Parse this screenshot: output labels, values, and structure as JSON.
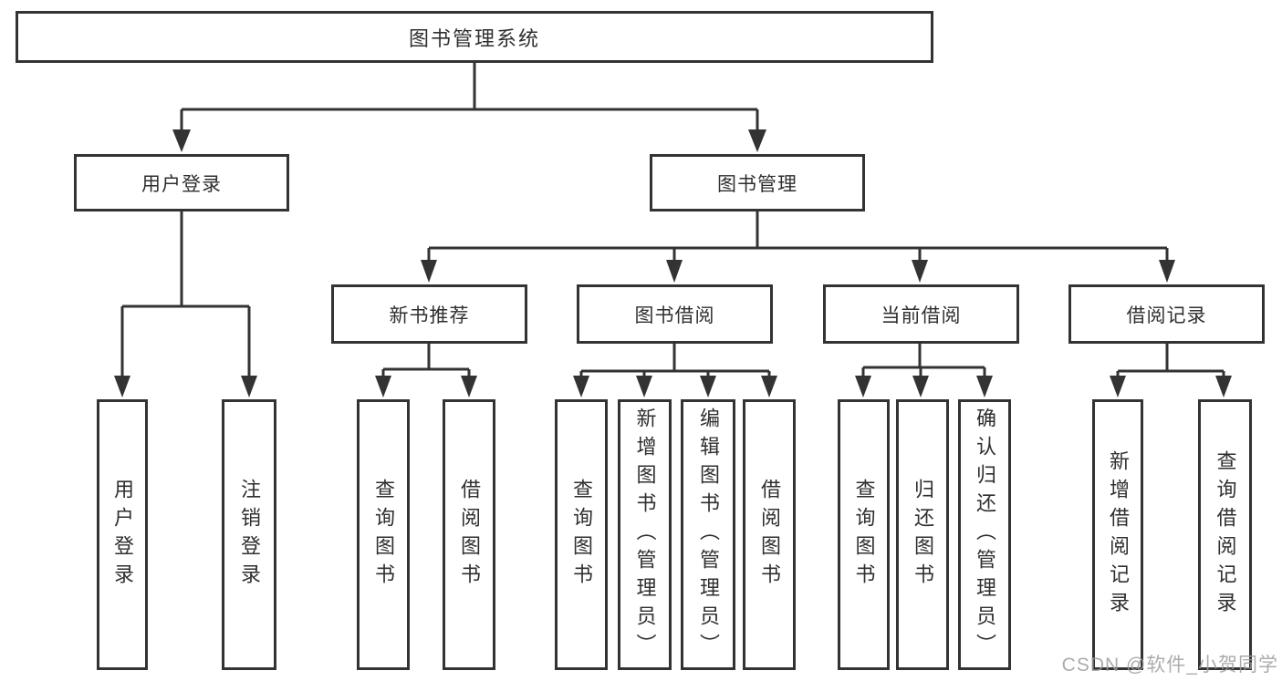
{
  "nodes": {
    "root": {
      "label": "图书管理系统"
    },
    "user_login": {
      "label": "用户登录"
    },
    "book_mgmt": {
      "label": "图书管理"
    },
    "new_book_rec": {
      "label": "新书推荐"
    },
    "book_borrow": {
      "label": "图书借阅"
    },
    "current_borrow": {
      "label": "当前借阅"
    },
    "borrow_record": {
      "label": "借阅记录"
    },
    "leaf_user_login": {
      "label": "用户登录"
    },
    "leaf_logout": {
      "label": "注销登录"
    },
    "leaf_query_book_new": {
      "label": "查询图书"
    },
    "leaf_borrow_book_new": {
      "label": "借阅图书"
    },
    "leaf_query_book_bor": {
      "label": "查询图书"
    },
    "leaf_add_book": {
      "label": "新增图书（管理员）"
    },
    "leaf_edit_book": {
      "label": "编辑图书（管理员）"
    },
    "leaf_borrow_book_bor": {
      "label": "借阅图书"
    },
    "leaf_query_book_cur": {
      "label": "查询图书"
    },
    "leaf_return_book": {
      "label": "归还图书"
    },
    "leaf_confirm_return": {
      "label": "确认归还（管理员）"
    },
    "leaf_add_record": {
      "label": "新增借阅记录"
    },
    "leaf_query_record": {
      "label": "查询借阅记录"
    }
  },
  "hierarchy": [
    {
      "parent": "图书管理系统",
      "children": [
        "用户登录",
        "图书管理"
      ]
    },
    {
      "parent": "用户登录",
      "children": [
        "用户登录",
        "注销登录"
      ]
    },
    {
      "parent": "图书管理",
      "children": [
        "新书推荐",
        "图书借阅",
        "当前借阅",
        "借阅记录"
      ]
    },
    {
      "parent": "新书推荐",
      "children": [
        "查询图书",
        "借阅图书"
      ]
    },
    {
      "parent": "图书借阅",
      "children": [
        "查询图书",
        "新增图书（管理员）",
        "编辑图书（管理员）",
        "借阅图书"
      ]
    },
    {
      "parent": "当前借阅",
      "children": [
        "查询图书",
        "归还图书",
        "确认归还（管理员）"
      ]
    },
    {
      "parent": "借阅记录",
      "children": [
        "新增借阅记录",
        "查询借阅记录"
      ]
    }
  ],
  "watermark": {
    "text": "CSDN @软件_小贺同学"
  },
  "colors": {
    "line": "#333333",
    "text": "#2f2f2f",
    "box_background": "#ffffff",
    "page_background": "#ffffff",
    "watermark": "#9e9e9e"
  }
}
